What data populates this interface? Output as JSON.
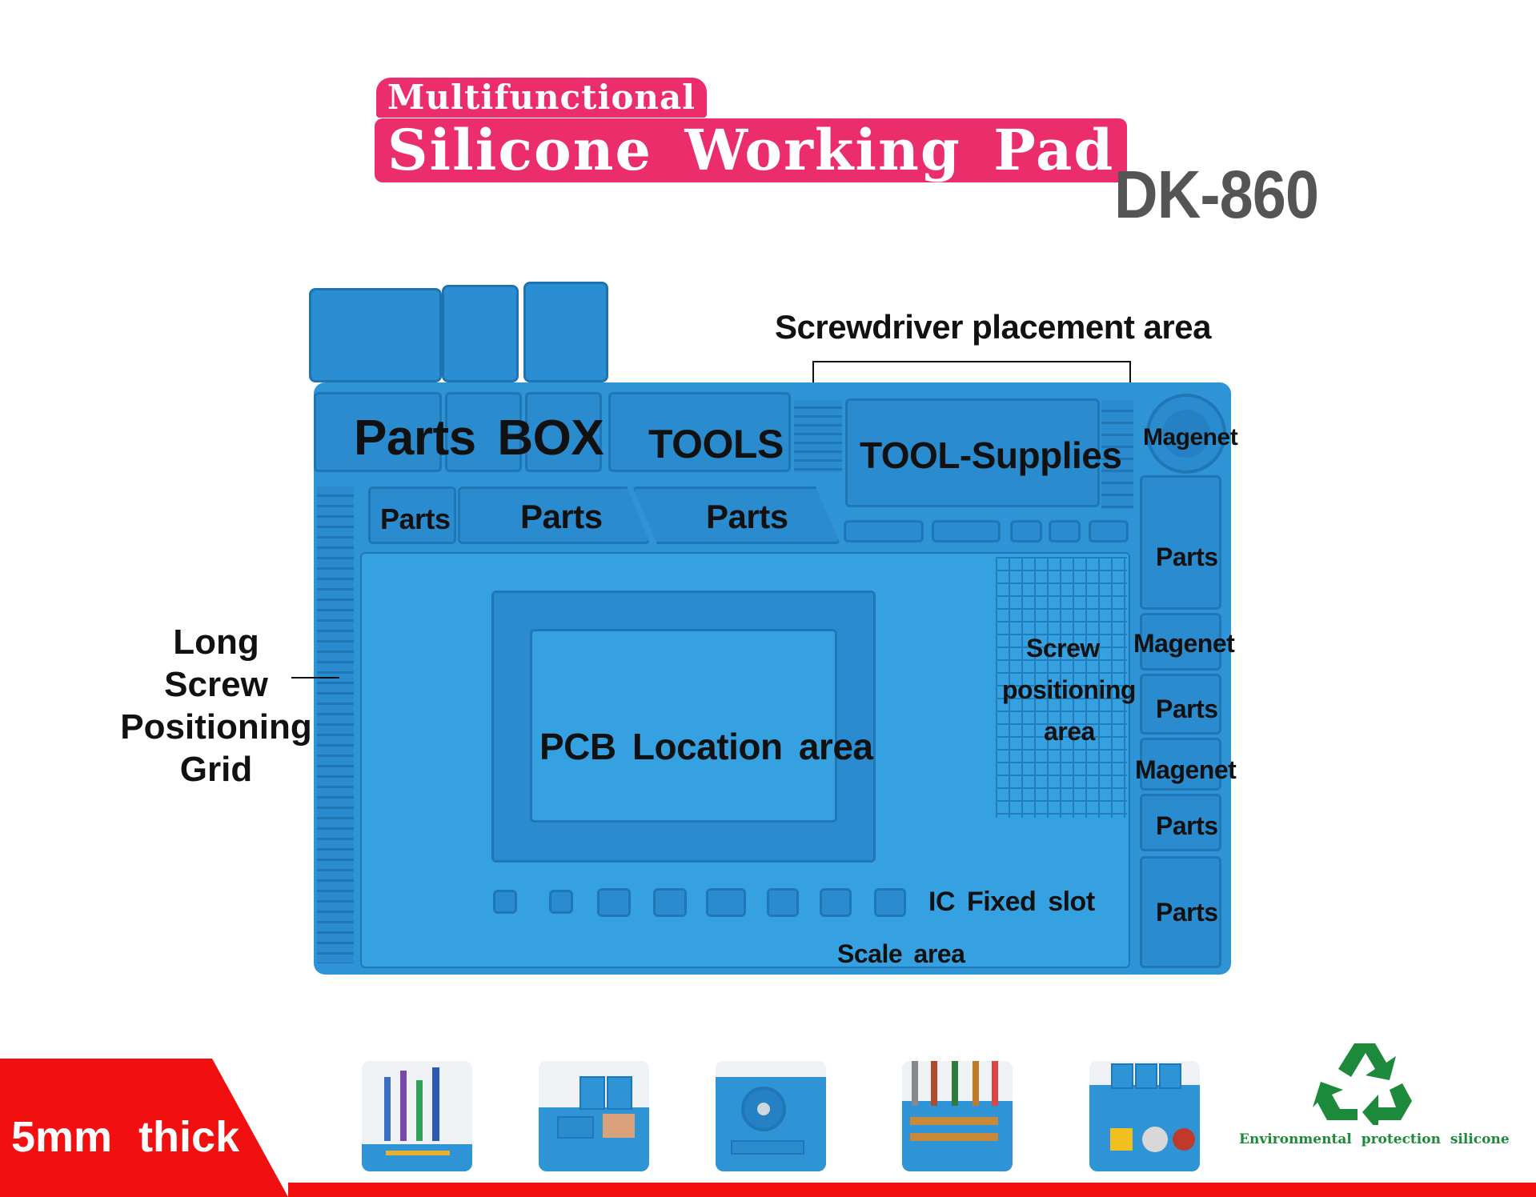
{
  "header": {
    "subtitle": "Multifunctional",
    "title": "Silicone  Working  Pad",
    "model": "DK-860"
  },
  "labels": {
    "screwdriver_area": "Screwdriver placement area",
    "parts_box": "Parts  BOX",
    "tools": "TOOLS",
    "tool_supplies": "TOOL-Supplies",
    "magnet_top": "Magenet",
    "parts_row": [
      "Parts",
      "Parts",
      "Parts"
    ],
    "right_column": [
      "Parts",
      "Magenet",
      "Parts",
      "Magenet",
      "Parts",
      "Parts"
    ],
    "long_screw_grid": [
      "Long",
      "Screw",
      "Positioning",
      "Grid"
    ],
    "screw_positioning": [
      "Screw",
      "positioning",
      "area"
    ],
    "pcb_area": "PCB  Location  area",
    "ic_slot": "IC  Fixed  slot",
    "scale_area": "Scale  area"
  },
  "footer": {
    "thickness": "5mm  thick",
    "eco": "Environmental  protection silicone",
    "thumbnails": [
      "screwdrivers-photo",
      "parts-box-photo",
      "magnet-photo",
      "tool-slots-photo",
      "mat-overview-photo"
    ]
  },
  "colors": {
    "brand_pink": "#ec2d6b",
    "mat_blue": "#2e94d6",
    "badge_red": "#f20f0f",
    "eco_green": "#1c8a3a"
  }
}
